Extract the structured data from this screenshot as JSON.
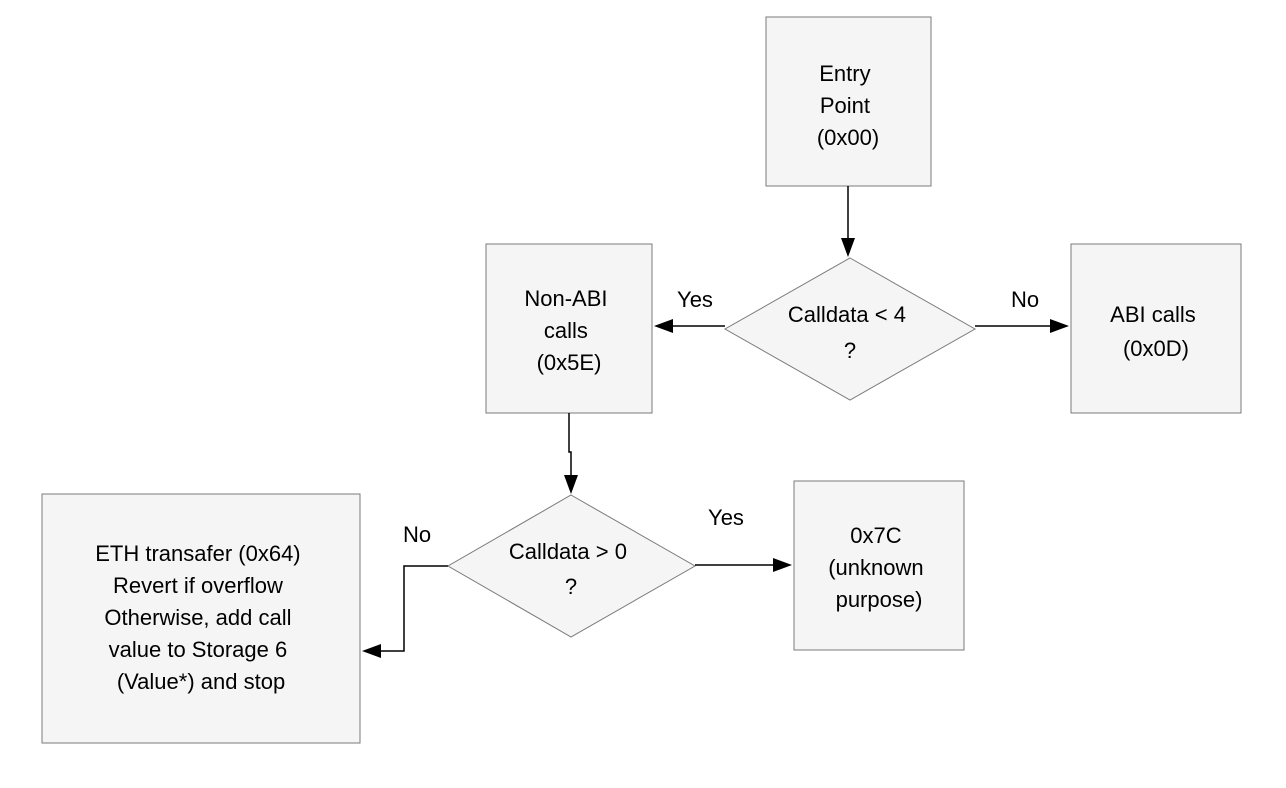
{
  "diagram": {
    "nodes": {
      "entry": {
        "lines": [
          "Entry",
          "Point",
          "(0x00)"
        ]
      },
      "cond_lt4": {
        "lines": [
          "Calldata < 4",
          "?"
        ]
      },
      "non_abi": {
        "lines": [
          "Non-ABI",
          "calls",
          "(0x5E)"
        ]
      },
      "abi": {
        "lines": [
          "ABI calls",
          "(0x0D)"
        ]
      },
      "cond_gt0": {
        "lines": [
          "Calldata > 0",
          "?"
        ]
      },
      "eth_transfer": {
        "lines": [
          "ETH transafer (0x64)",
          "Revert if overflow",
          "Otherwise, add call",
          "value to Storage 6",
          "(Value*) and stop"
        ]
      },
      "x7c": {
        "lines": [
          "0x7C",
          "(unknown",
          "purpose)"
        ]
      }
    },
    "edges": {
      "lt4_yes": "Yes",
      "lt4_no": "No",
      "gt0_no": "No",
      "gt0_yes": "Yes"
    }
  }
}
